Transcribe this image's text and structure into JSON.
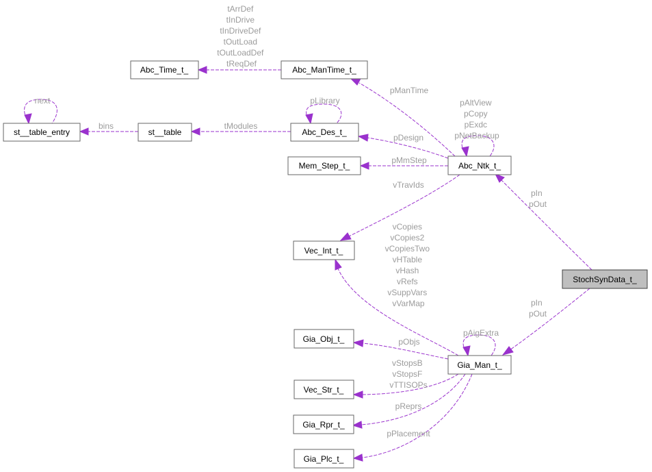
{
  "diagram": {
    "nodes": {
      "abc_time": "Abc_Time_t_",
      "abc_mantime": "Abc_ManTime_t_",
      "st_entry": "st__table_entry",
      "st_table": "st__table",
      "abc_des": "Abc_Des_t_",
      "mem_step": "Mem_Step_t_",
      "abc_ntk": "Abc_Ntk_t_",
      "vec_int": "Vec_Int_t_",
      "stoch": "StochSynData_t_",
      "gia_obj": "Gia_Obj_t_",
      "gia_man": "Gia_Man_t_",
      "vec_str": "Vec_Str_t_",
      "gia_rpr": "Gia_Rpr_t_",
      "gia_plc": "Gia_Plc_t_"
    },
    "edge_labels": {
      "mantime_time": [
        "tArrDef",
        "tInDrive",
        "tInDriveDef",
        "tOutLoad",
        "tOutLoadDef",
        "tReqDef"
      ],
      "entry_self": [
        "next"
      ],
      "table_entry": [
        "bins"
      ],
      "des_self": [
        "pLibrary"
      ],
      "des_table": [
        "tModules"
      ],
      "ntk_mantime": [
        "pManTime"
      ],
      "ntk_self": [
        "pAltView",
        "pCopy",
        "pExdc",
        "pNetBackup"
      ],
      "ntk_des": [
        "pDesign"
      ],
      "ntk_mem": [
        "pMmStep"
      ],
      "ntk_vec": [
        "vTravIds"
      ],
      "stoch_ntk": [
        "pIn",
        "pOut"
      ],
      "man_vec": [
        "vCopies",
        "vCopies2",
        "vCopiesTwo",
        "vHTable",
        "vHash",
        "vRefs",
        "vSuppVars",
        "vVarMap"
      ],
      "stoch_man": [
        "pIn",
        "pOut"
      ],
      "man_self": [
        "pAigExtra"
      ],
      "man_obj": [
        "pObjs"
      ],
      "man_str": [
        "vStopsB",
        "vStopsF",
        "vTTISOPs"
      ],
      "man_rpr": [
        "pReprs"
      ],
      "man_plc": [
        "pPlacement"
      ]
    }
  }
}
